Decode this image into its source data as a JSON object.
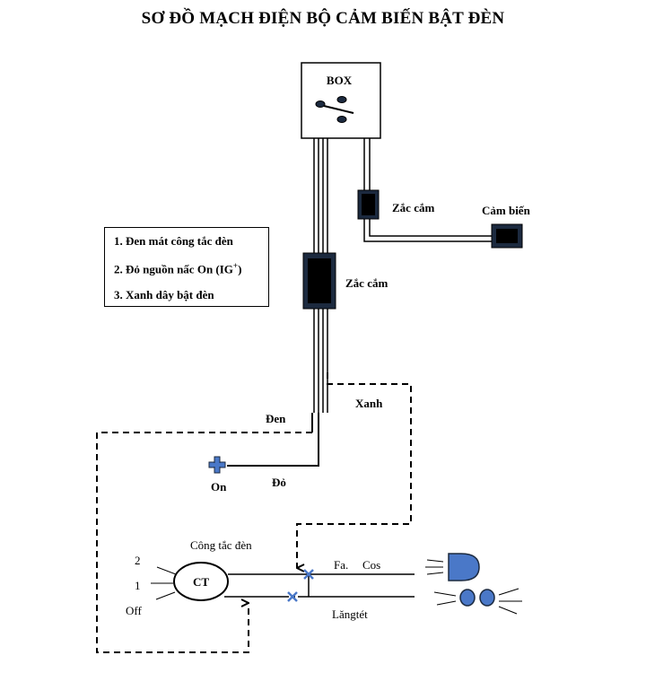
{
  "title": "SƠ ĐỒ MẠCH ĐIỆN BỘ CẢM BIẾN BẬT ĐÈN",
  "box": {
    "label": "BOX"
  },
  "connectors": {
    "upper": "Zắc cắm",
    "main": "Zắc cắm"
  },
  "sensor": {
    "label": "Cảm biến"
  },
  "legend": [
    "1. Đen mát công tắc đèn",
    "2. Đỏ nguồn nấc On (IG",
    "3. Xanh dây bật đèn"
  ],
  "legend_sup": "+",
  "legend_close": ")",
  "wires": {
    "black": "Đen",
    "green": "Xanh",
    "red": "Đỏ"
  },
  "power": {
    "label": "On"
  },
  "switch": {
    "title": "Công tắc đèn",
    "ct": "CT",
    "pos2": "2",
    "pos1": "1",
    "off": "Off"
  },
  "lamp": {
    "fa": "Fa.",
    "cos": "Cos",
    "langtet": "Lăngtét"
  },
  "colors": {
    "lamp": "#4a78c8",
    "plus": "#4a78c8",
    "connector": "#1c2a3f"
  }
}
